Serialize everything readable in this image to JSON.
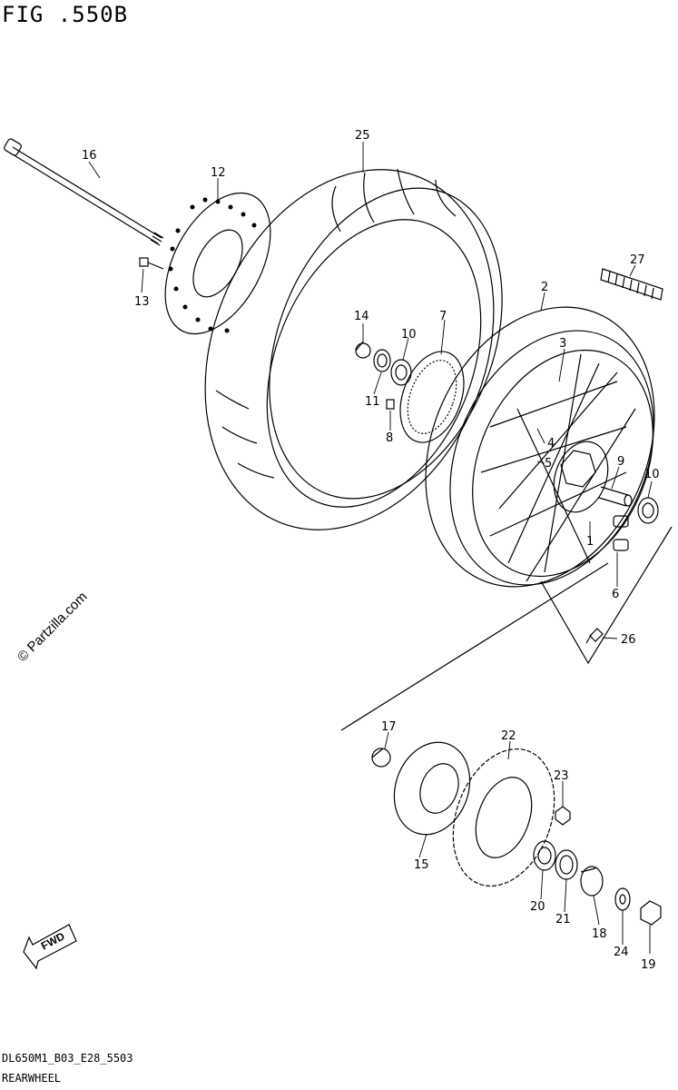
{
  "figure": {
    "title": "FIG .550B",
    "code": "DL650M1_B03_E28_5503",
    "name": "REARWHEEL",
    "watermark": "© Partzilla.com",
    "fwd_label": "FWD"
  },
  "callouts": {
    "p1": "1",
    "p2": "2",
    "p3": "3",
    "p4": "4",
    "p5": "5",
    "p6": "6",
    "p7": "7",
    "p8": "8",
    "p9": "9",
    "p10a": "10",
    "p10b": "10",
    "p11": "11",
    "p12": "12",
    "p13": "13",
    "p14": "14",
    "p15": "15",
    "p16": "16",
    "p17": "17",
    "p18": "18",
    "p19": "19",
    "p20": "20",
    "p21": "21",
    "p22": "22",
    "p23": "23",
    "p24": "24",
    "p25": "25",
    "p26": "26",
    "p27": "27"
  }
}
